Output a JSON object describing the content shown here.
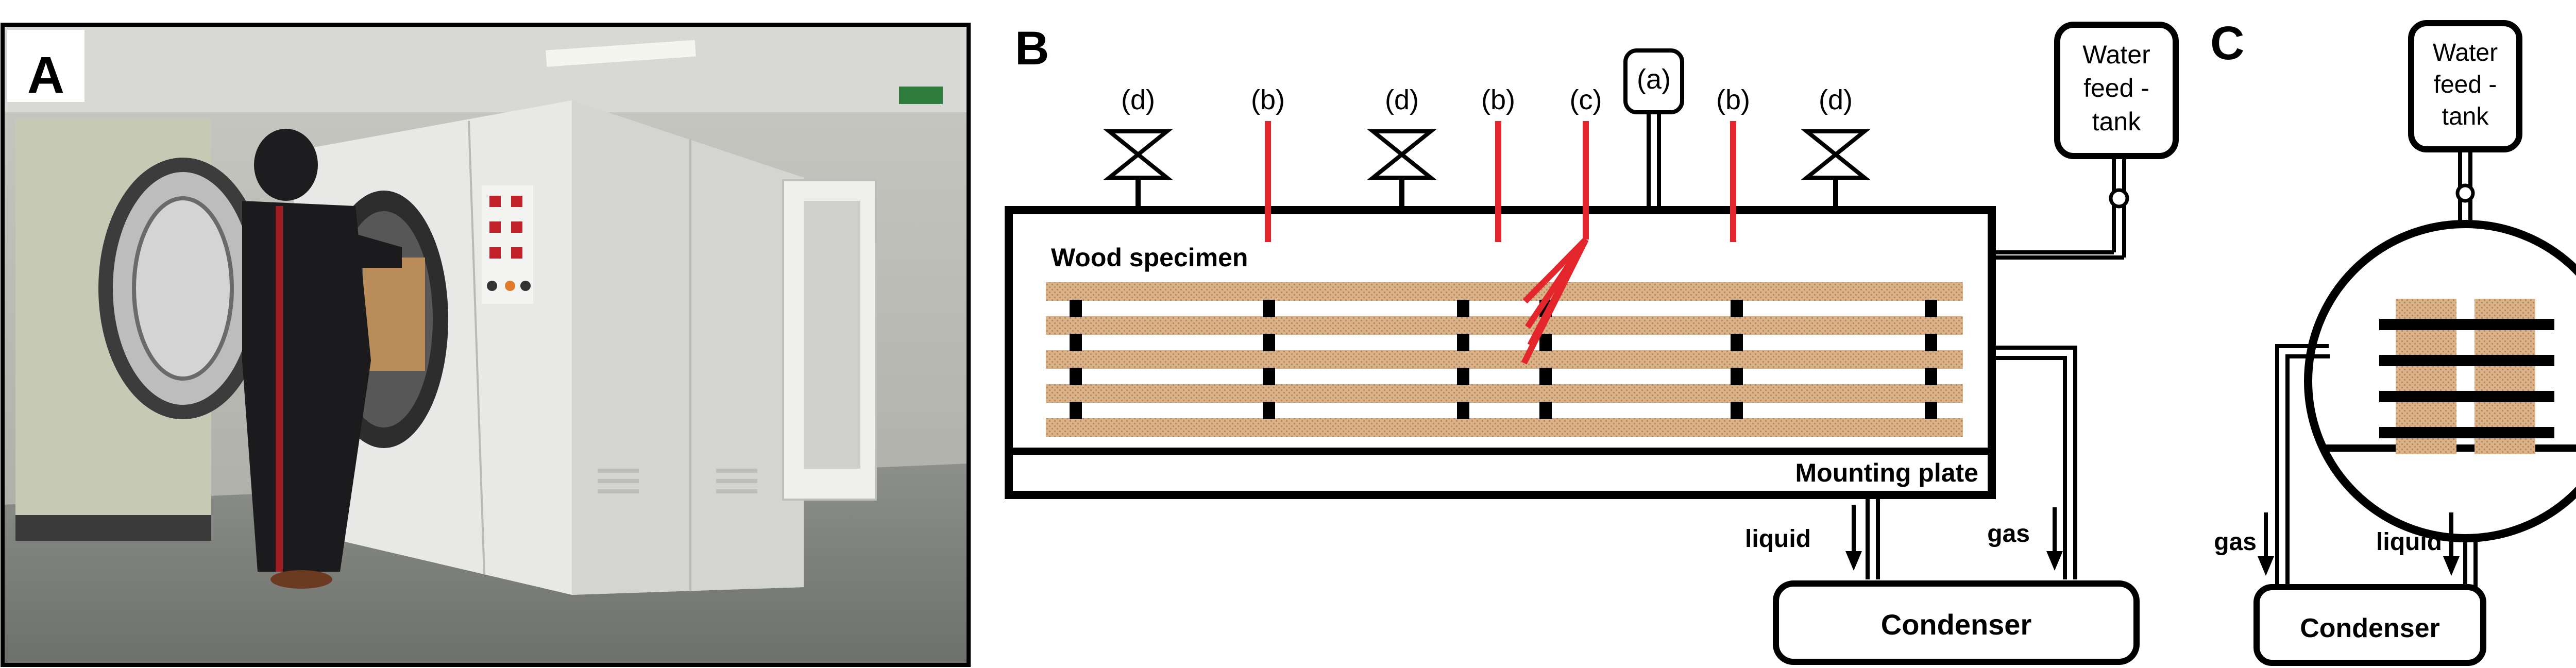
{
  "panels": {
    "a": {
      "letter": "A"
    },
    "b": {
      "letter": "B",
      "port_labels": [
        "(d)",
        "(b)",
        "(d)",
        "(b)",
        "(c)",
        "(a)",
        "(b)",
        "(d)"
      ],
      "water_tank": [
        "Water",
        "feed -",
        "tank"
      ],
      "specimen_label": "Wood specimen",
      "plate_label": "Mounting plate",
      "liquid_label": "liquid",
      "gas_label": "gas",
      "condenser_label": "Condenser"
    },
    "c": {
      "letter": "C",
      "water_tank": [
        "Water",
        "feed -",
        "tank"
      ],
      "gas_label": "gas",
      "liquid_label": "liquid",
      "condenser_label": "Condenser"
    }
  },
  "colors": {
    "line": "#000000",
    "sensor": "#e3262b",
    "wood": "#d9b28a",
    "photo_bg": "#6e6e6e",
    "machine": "#e6e6e6"
  }
}
